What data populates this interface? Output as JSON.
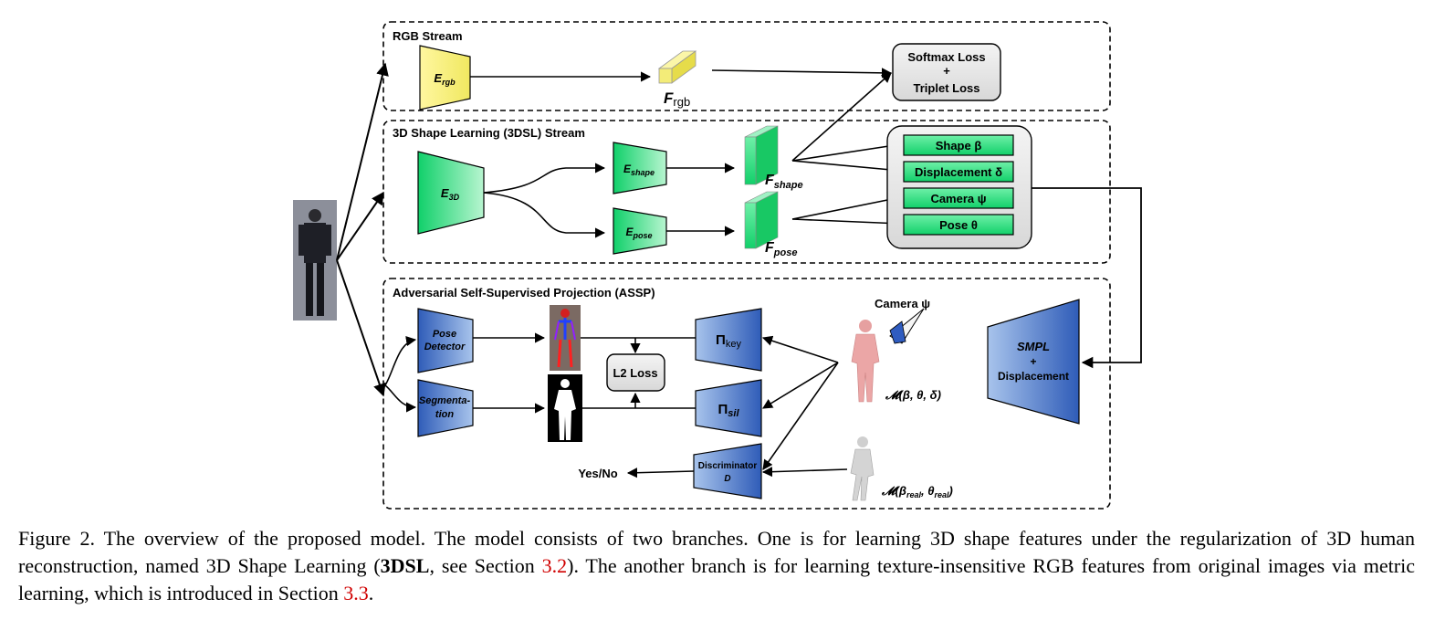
{
  "figure": {
    "streams": {
      "rgb": "RGB Stream",
      "dsl": "3D Shape Learning (3DSL) Stream",
      "assp": "Adversarial Self-Supervised Projection (ASSP)"
    },
    "rgb_encoder": "E",
    "rgb_encoder_sub": "rgb",
    "rgb_feature": "F",
    "rgb_feature_sub": "rgb",
    "loss_box": {
      "line1": "Softmax Loss",
      "line2": "+",
      "line3": "Triplet Loss"
    },
    "e3d": "E",
    "e3d_sub": "3D",
    "eshape": "E",
    "eshape_sub": "shape",
    "epose": "E",
    "epose_sub": "pose",
    "fshape": "F",
    "fshape_sub": "shape",
    "fpose": "F",
    "fpose_sub": "pose",
    "params": [
      "Shape β",
      "Displacement δ",
      "Camera ψ",
      "Pose θ"
    ],
    "pose_detector": {
      "line1": "Pose",
      "line2": "Detector"
    },
    "segmentation": {
      "line1": "Segmenta-",
      "line2": "tion"
    },
    "l2_loss": "L2 Loss",
    "pi": "Π",
    "pi_key_sub": "key",
    "pi_sil_sub": "sil",
    "discriminator": {
      "line1": "Discriminator",
      "line2": "D"
    },
    "yes_no": "Yes/No",
    "camera_label": "Camera ψ",
    "smpl": {
      "line1": "SMPL",
      "line2": "+",
      "line3": "Displacement"
    },
    "mesh_label": "𝓜(β, θ, δ)",
    "real_label": "𝓜(β",
    "real_label_sub1": "real",
    "real_label_mid": ", θ",
    "real_label_sub2": "real",
    "real_label_end": ")"
  },
  "caption": {
    "p1": "Figure 2. The overview of the proposed model.  The model consists of two branches.  One is for learning 3D shape features under the regularization of 3D human reconstruction, named 3D Shape Learning (",
    "bold": "3DSL",
    "p2": ", see Section ",
    "ref1": "3.2",
    "p3": "). The another branch is for learning texture-insensitive RGB features from original images via metric learning, which is introduced in Section ",
    "ref2": "3.3",
    "p4": "."
  },
  "colors": {
    "yellow": "#f7f08a",
    "green": "#22e07a",
    "blue": "#3f6fc4",
    "gray_box": "#e9e9e9"
  }
}
